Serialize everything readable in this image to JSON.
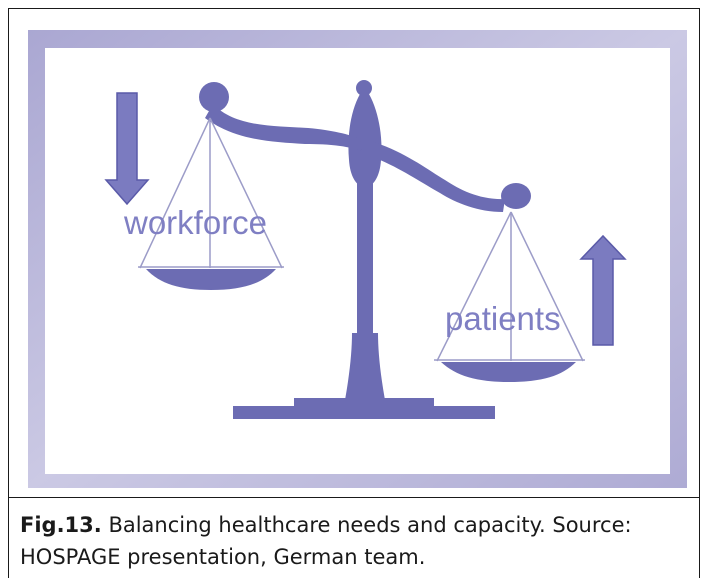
{
  "figure": {
    "labels": {
      "workforce": "workforce",
      "patients": "patients"
    },
    "icons": {
      "left_arrow": "arrow-down-icon",
      "right_arrow": "arrow-up-icon",
      "scale": "balance-scale-icon"
    },
    "colors": {
      "scale": "#6c6cb3",
      "arrows": "#7b7bc0",
      "label": "#7f7fc3",
      "frame": "#b9b7da",
      "strings": "#9c9cc8"
    }
  },
  "caption": {
    "label": "Fig.13.",
    "text": " Balancing healthcare needs and capacity. Source: HOSPAGE presentation, German team."
  }
}
